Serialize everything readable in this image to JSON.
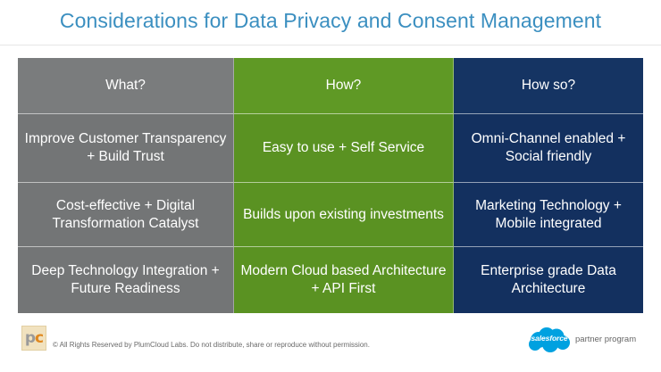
{
  "title": "Considerations for Data Privacy and Consent Management",
  "table": {
    "headers": [
      "What?",
      "How?",
      "How so?"
    ],
    "rows": [
      [
        "Improve Customer Transparency + Build Trust",
        "Easy to use + Self Service",
        "Omni-Channel enabled + Social friendly"
      ],
      [
        "Cost-effective + Digital Transformation Catalyst",
        "Builds upon existing investments",
        "Marketing Technology + Mobile integrated"
      ],
      [
        "Deep Technology Integration + Future Readiness",
        "Modern Cloud based Architecture + API First",
        "Enterprise grade Data Architecture"
      ]
    ]
  },
  "colors": {
    "title": "#3b8fc0",
    "what_column": "#737576",
    "how_column": "#5a9222",
    "how_so_column": "#13305f",
    "salesforce_blue": "#00a1e0"
  },
  "footer": {
    "logo_letters": "pc",
    "logo_icon": "plumcloud-logo-icon",
    "copyright": "© All Rights Reserved by PlumCloud Labs. Do not distribute, share or reproduce without permission.",
    "partner_brand": "salesforce",
    "partner_text": "partner program",
    "partner_icon": "salesforce-cloud-icon"
  }
}
